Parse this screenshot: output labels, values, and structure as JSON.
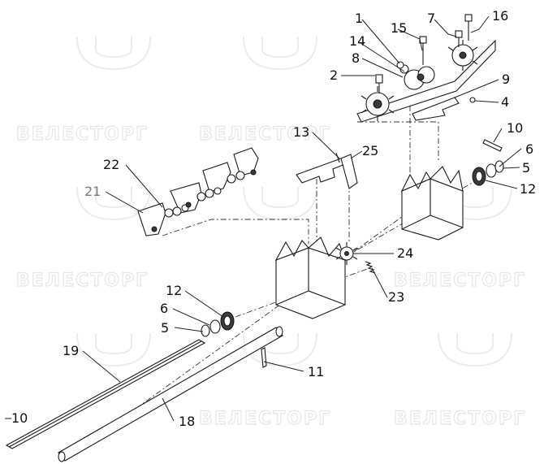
{
  "watermark": {
    "text": "ВЕЛЕСТОРГ"
  },
  "callouts": [
    {
      "id": "c1",
      "label": "1"
    },
    {
      "id": "c2",
      "label": "2"
    },
    {
      "id": "c4",
      "label": "4"
    },
    {
      "id": "c5a",
      "label": "5"
    },
    {
      "id": "c5b",
      "label": "5"
    },
    {
      "id": "c6a",
      "label": "6"
    },
    {
      "id": "c6b",
      "label": "6"
    },
    {
      "id": "c7",
      "label": "7"
    },
    {
      "id": "c8",
      "label": "8"
    },
    {
      "id": "c9",
      "label": "9"
    },
    {
      "id": "c10a",
      "label": "10"
    },
    {
      "id": "c10b",
      "label": "10"
    },
    {
      "id": "c11",
      "label": "11"
    },
    {
      "id": "c12a",
      "label": "12"
    },
    {
      "id": "c12b",
      "label": "12"
    },
    {
      "id": "c13",
      "label": "13"
    },
    {
      "id": "c14",
      "label": "14"
    },
    {
      "id": "c15",
      "label": "15"
    },
    {
      "id": "c16",
      "label": "16"
    },
    {
      "id": "c18",
      "label": "18"
    },
    {
      "id": "c19",
      "label": "19"
    },
    {
      "id": "c21",
      "label": "21"
    },
    {
      "id": "c22",
      "label": "22"
    },
    {
      "id": "c23",
      "label": "23"
    },
    {
      "id": "c24",
      "label": "24"
    },
    {
      "id": "c25",
      "label": "25"
    }
  ]
}
